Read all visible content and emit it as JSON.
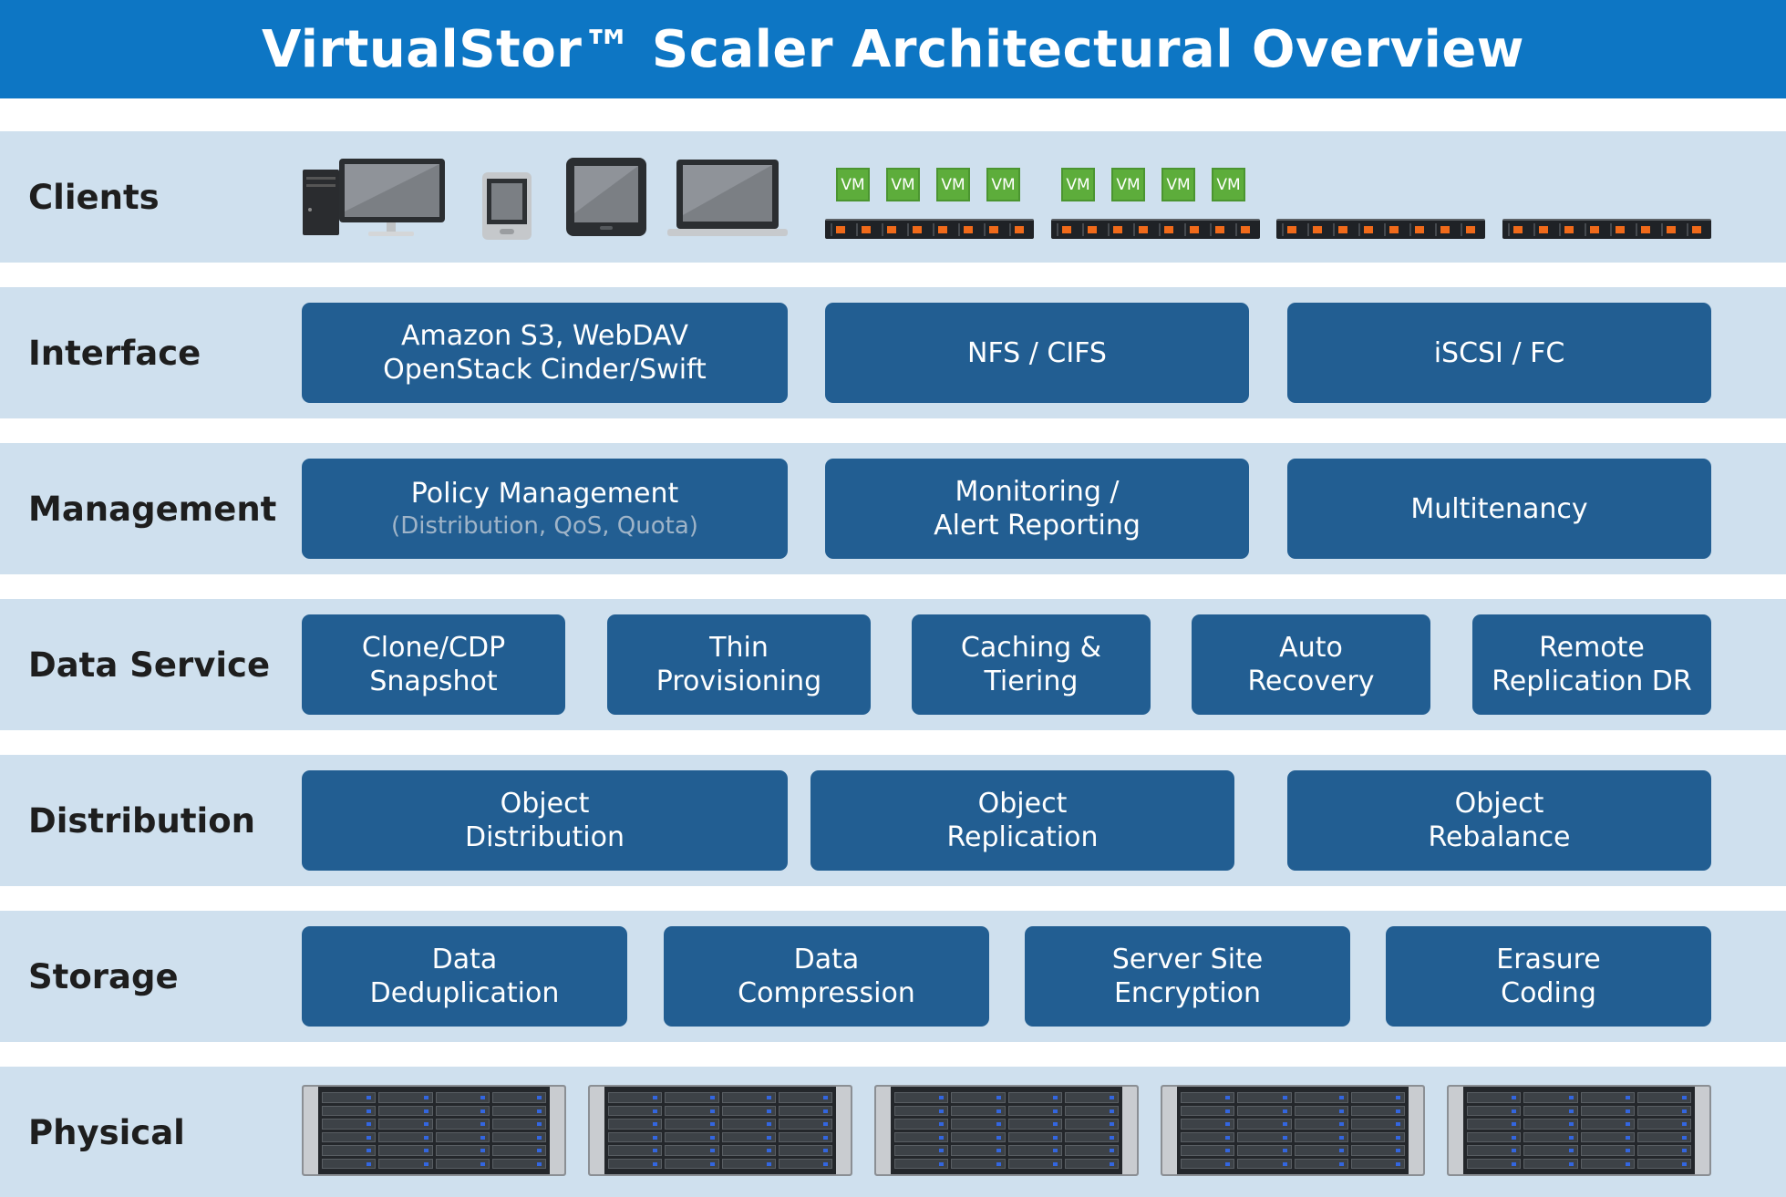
{
  "header": {
    "title": "VirtualStor™ Scaler Architectural Overview"
  },
  "rows": {
    "clients": {
      "label": "Clients",
      "vm_label": "VM"
    },
    "interface": {
      "label": "Interface",
      "boxes": [
        {
          "line1": "Amazon S3, WebDAV",
          "line2": "OpenStack Cinder/Swift"
        },
        {
          "line1": "NFS / CIFS"
        },
        {
          "line1": "iSCSI / FC"
        }
      ]
    },
    "management": {
      "label": "Management",
      "boxes": [
        {
          "line1": "Policy Management",
          "sub": "(Distribution, QoS, Quota)"
        },
        {
          "line1": "Monitoring /",
          "line2": "Alert Reporting"
        },
        {
          "line1": "Multitenancy"
        }
      ]
    },
    "data_service": {
      "label": "Data Service",
      "boxes": [
        {
          "line1": "Clone/CDP",
          "line2": "Snapshot"
        },
        {
          "line1": "Thin",
          "line2": "Provisioning"
        },
        {
          "line1": "Caching &",
          "line2": "Tiering"
        },
        {
          "line1": "Auto",
          "line2": "Recovery"
        },
        {
          "line1": "Remote",
          "line2": "Replication DR"
        }
      ]
    },
    "distribution": {
      "label": "Distribution",
      "boxes": [
        {
          "line1": "Object",
          "line2": "Distribution"
        },
        {
          "line1": "Object",
          "line2": "Replication"
        },
        {
          "line1": "Object",
          "line2": "Rebalance"
        }
      ]
    },
    "storage": {
      "label": "Storage",
      "boxes": [
        {
          "line1": "Data",
          "line2": "Deduplication"
        },
        {
          "line1": "Data",
          "line2": "Compression"
        },
        {
          "line1": "Server Site",
          "line2": "Encryption"
        },
        {
          "line1": "Erasure",
          "line2": "Coding"
        }
      ]
    },
    "physical": {
      "label": "Physical"
    }
  },
  "colors": {
    "header_bg": "#0d76c4",
    "row_bg": "#cfe0ee",
    "box_bg": "#225e92",
    "vm_green": "#5dad3b"
  }
}
